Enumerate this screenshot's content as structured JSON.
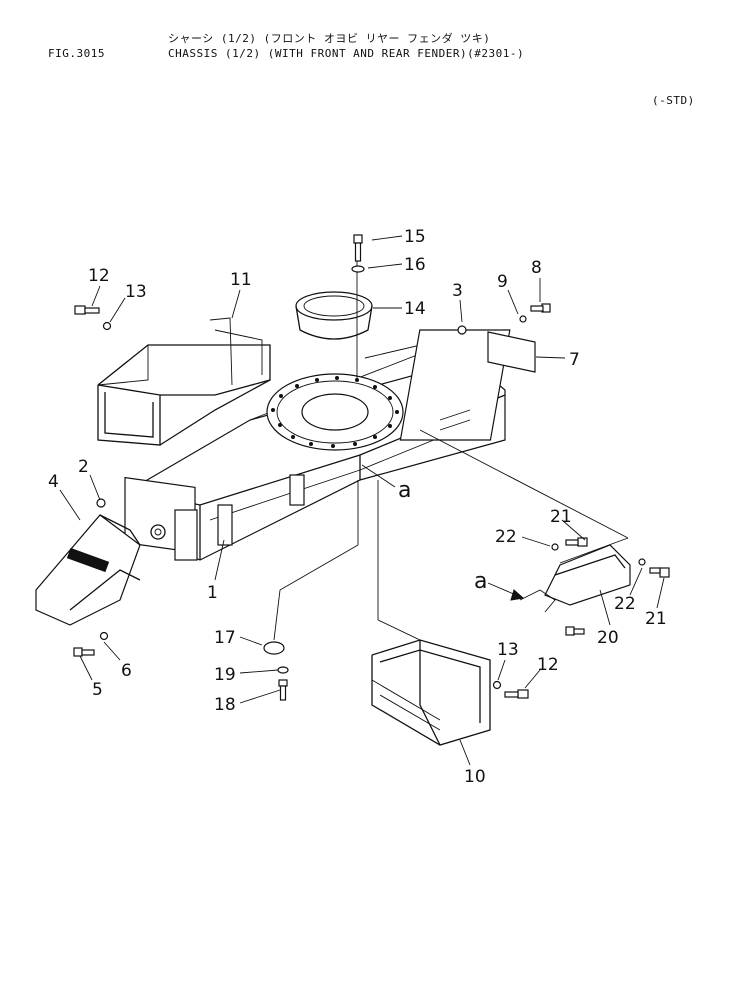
{
  "header": {
    "fig_number": "FIG.3015",
    "title_kana": "シャーシ (1/2) (フロント オヨビ リヤー フェンダ ツキ)",
    "title": "CHASSIS (1/2) (WITH FRONT AND REAR FENDER)(#2301-)",
    "variant": "(-STD)"
  },
  "callouts": {
    "c1": "1",
    "c2": "2",
    "c3": "3",
    "c4": "4",
    "c5": "5",
    "c6": "6",
    "c7": "7",
    "c8": "8",
    "c9": "9",
    "c10": "10",
    "c11": "11",
    "c12a": "12",
    "c12b": "12",
    "c13a": "13",
    "c13b": "13",
    "c14": "14",
    "c15": "15",
    "c16": "16",
    "c17": "17",
    "c18": "18",
    "c19": "19",
    "c20": "20",
    "c21a": "21",
    "c21b": "21",
    "c22a": "22",
    "c22b": "22",
    "ref_a1": "a",
    "ref_a2": "a"
  }
}
